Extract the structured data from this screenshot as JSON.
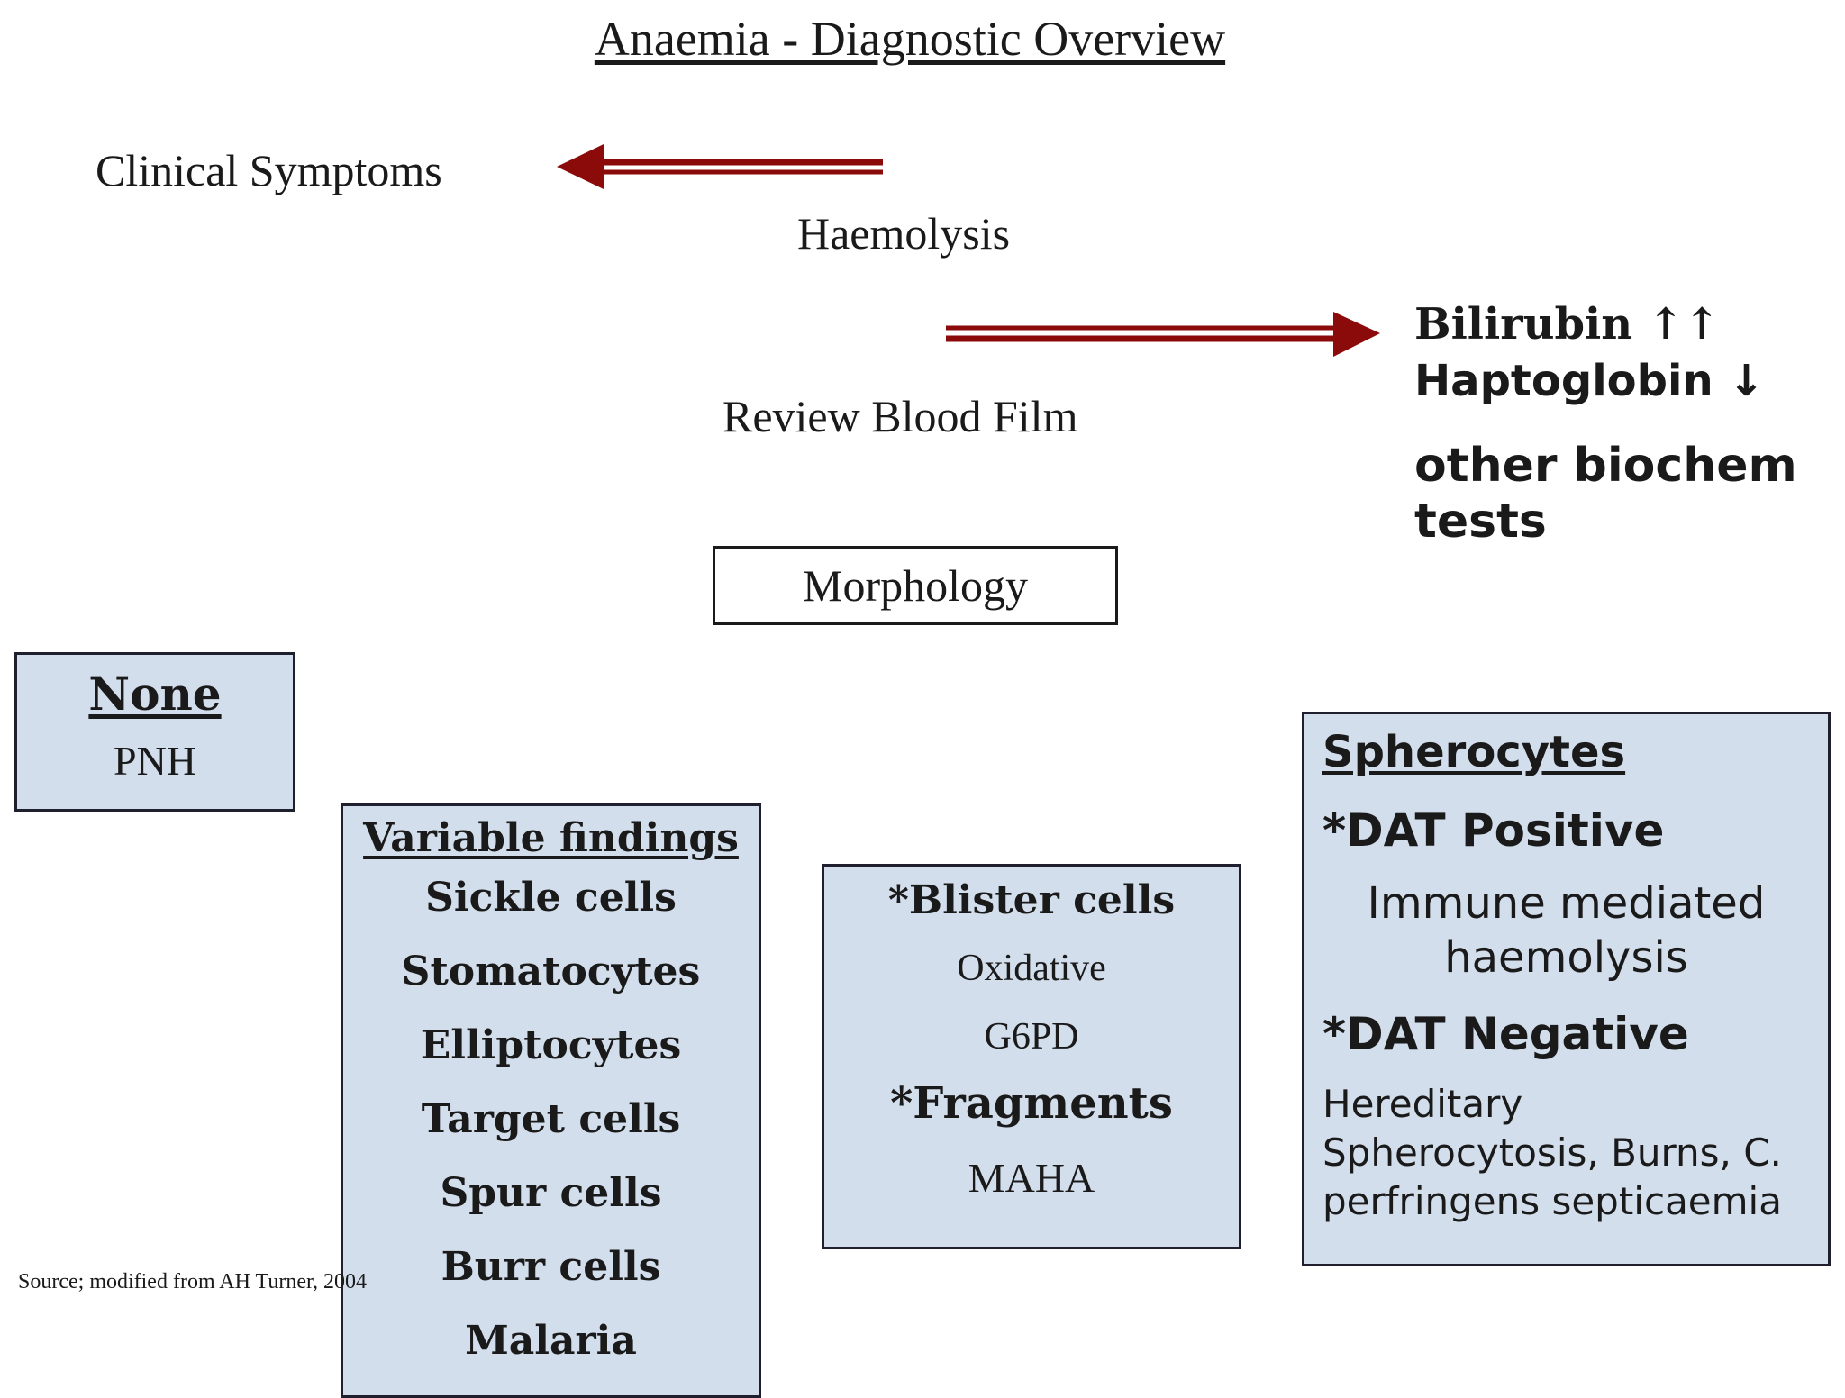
{
  "title": "Anaemia -  Diagnostic Overview",
  "labels": {
    "clinical_symptoms": "Clinical Symptoms",
    "haemolysis": "Haemolysis",
    "review_blood_film": "Review Blood Film",
    "morphology": "Morphology"
  },
  "biochem": {
    "bilirubin": "Bilirubin ↑↑",
    "haptoglobin": "Haptoglobin ↓",
    "other": "other biochem tests"
  },
  "box_none": {
    "heading": "None",
    "item": "PNH"
  },
  "box_variable": {
    "heading": "Variable findings",
    "items": [
      "Sickle cells",
      "Stomatocytes",
      "Elliptocytes",
      "Target cells",
      "Spur cells",
      "Burr cells",
      "Malaria"
    ]
  },
  "box_middle": {
    "blister": "*Blister cells",
    "oxidative": "Oxidative",
    "g6pd": "G6PD",
    "fragments": "*Fragments",
    "maha": "MAHA"
  },
  "box_spherocytes": {
    "heading": "Spherocytes",
    "dat_positive": "*DAT Positive",
    "immune": "Immune mediated haemolysis",
    "dat_negative": "*DAT Negative",
    "hereditary": "Hereditary Spherocytosis, Burns,  C. perfringens septicaemia"
  },
  "source": "Source; modified from AH Turner, 2004",
  "colors": {
    "arrow": "#8b0a0a",
    "box_fill": "#d3deec",
    "box_border": "#1f1f2e"
  }
}
